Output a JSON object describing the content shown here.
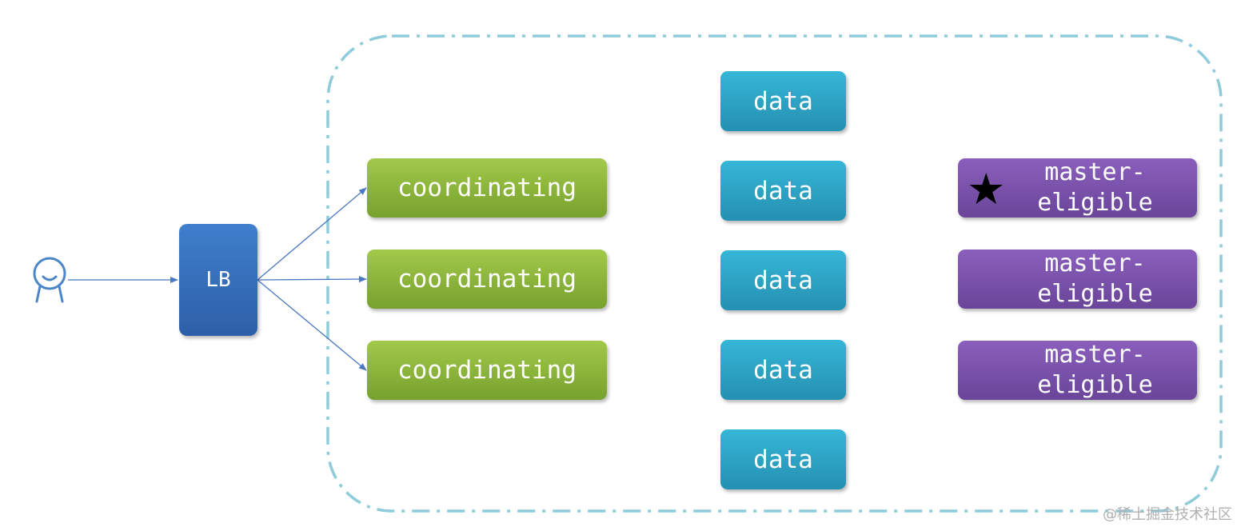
{
  "diagram": {
    "lb_label": "LB",
    "coordinating_nodes": [
      "coordinating",
      "coordinating",
      "coordinating"
    ],
    "data_nodes": [
      "data",
      "data",
      "data",
      "data",
      "data"
    ],
    "master_nodes": [
      {
        "line1": "master-",
        "line2": "eligible",
        "elected": true
      },
      {
        "line1": "master-",
        "line2": "eligible",
        "elected": false
      },
      {
        "line1": "master-",
        "line2": "eligible",
        "elected": false
      }
    ],
    "star_symbol": "★"
  },
  "watermark": "@稀土掘金技术社区",
  "colors": {
    "cluster_border": "#8ecbdb",
    "arrow": "#4a78c2",
    "lb": "#3a72bf",
    "coordinating": "#8ab53c",
    "data": "#2ea7c9",
    "master": "#7b52ab",
    "user_icon": "#4a86c8"
  },
  "icons": {
    "user": "user-icon",
    "star": "star-icon"
  }
}
